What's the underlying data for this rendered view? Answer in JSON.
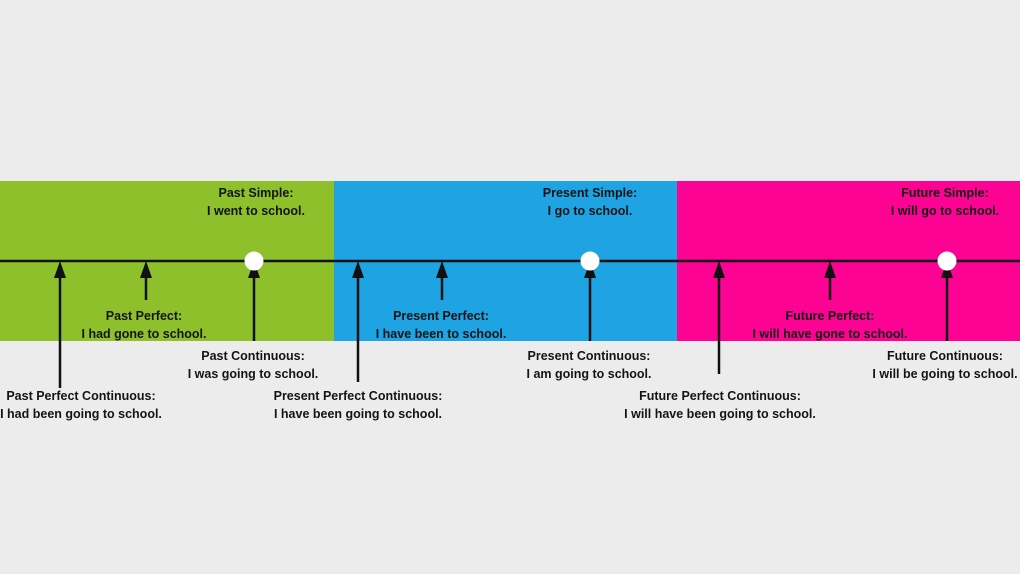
{
  "colors": {
    "past": "#8dc02a",
    "present": "#1ea4e2",
    "future": "#fc0394",
    "line": "#111111",
    "background": "#ececec"
  },
  "bands": {
    "past": {
      "simple": {
        "title": "Past Simple:",
        "example": "I went to school."
      },
      "perfect": {
        "title": "Past Perfect:",
        "example": "I had gone to school."
      },
      "continuous": {
        "title": "Past Continuous:",
        "example": "I was going to school."
      },
      "perfect_continuous": {
        "title": "Past Perfect Continuous:",
        "example": "I had been going to school."
      }
    },
    "present": {
      "simple": {
        "title": "Present Simple:",
        "example": "I go to school."
      },
      "perfect": {
        "title": "Present Perfect:",
        "example": "I have been to school."
      },
      "continuous": {
        "title": "Present Continuous:",
        "example": "I am going to school."
      },
      "perfect_continuous": {
        "title": "Present Perfect Continuous:",
        "example": "I have been going to school."
      }
    },
    "future": {
      "simple": {
        "title": "Future Simple:",
        "example": "I will go to school."
      },
      "perfect": {
        "title": "Future Perfect:",
        "example": "I will have gone to school."
      },
      "continuous": {
        "title": "Future Continuous:",
        "example": "I will be going to school."
      },
      "perfect_continuous": {
        "title": "Future Perfect Continuous:",
        "example": "I will have been going to school."
      }
    }
  }
}
